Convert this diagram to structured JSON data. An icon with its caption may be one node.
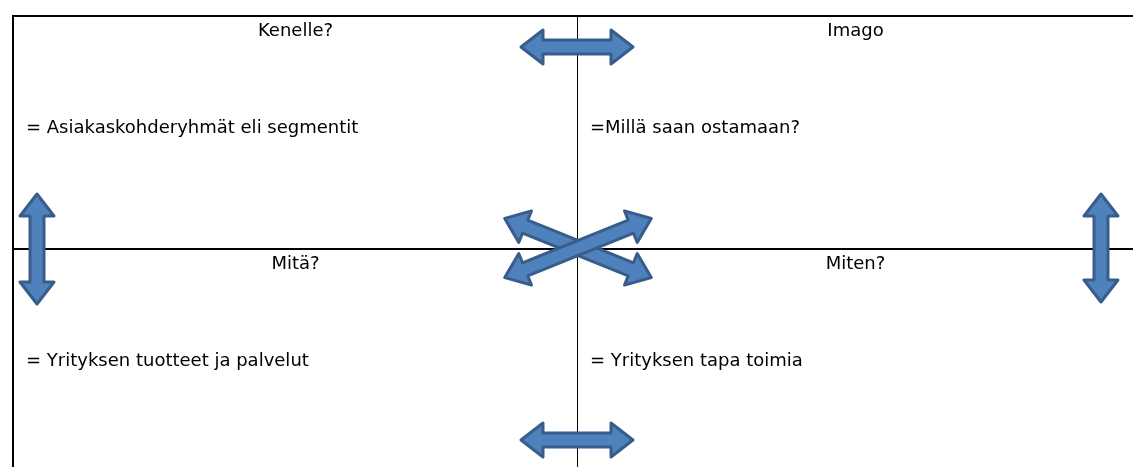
{
  "diagram": {
    "nodes": [
      {
        "text": [
          "Kenelle?",
          "= Asiakaskohderyhmät eli segmentit"
        ]
      },
      {
        "text": [
          "Imago",
          "=Millä saan ostamaan?"
        ]
      },
      {
        "text": [
          "Mitä?",
          "= Yrityksen tuotteet ja palvelut"
        ]
      },
      {
        "text": [
          "Miten?",
          "= Yrityksen tapa toimia"
        ]
      }
    ],
    "edges": [
      {
        "from": 0,
        "to": 1,
        "arrow": "both"
      },
      {
        "from": 0,
        "to": 2,
        "arrow": "both"
      },
      {
        "from": 0,
        "to": 3,
        "arrow": "both"
      },
      {
        "from": 1,
        "to": 2,
        "arrow": "both"
      },
      {
        "from": 1,
        "to": 3,
        "arrow": "both"
      },
      {
        "from": 2,
        "to": 3,
        "arrow": "both"
      }
    ]
  }
}
